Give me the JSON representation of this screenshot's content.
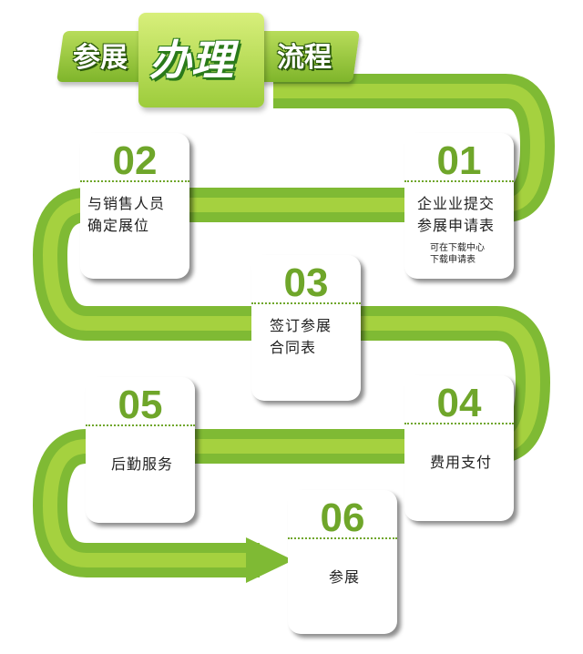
{
  "title": {
    "left": "参展",
    "emphasis": "办理",
    "right": "流程"
  },
  "colors": {
    "accent": "#6fa62a",
    "path_light": "#b5dc45",
    "path_dark": "#5e9a26"
  },
  "steps": [
    {
      "number": "01",
      "line1": "企业业提交",
      "line2": "参展申请表",
      "note1": "可在下载中心",
      "note2": "下载申请表"
    },
    {
      "number": "02",
      "line1": "与销售人员",
      "line2": "确定展位"
    },
    {
      "number": "03",
      "line1": "签订参展",
      "line2": "合同表"
    },
    {
      "number": "04",
      "line1": "费用支付"
    },
    {
      "number": "05",
      "line1": "后勤服务"
    },
    {
      "number": "06",
      "line1": "参展"
    }
  ]
}
